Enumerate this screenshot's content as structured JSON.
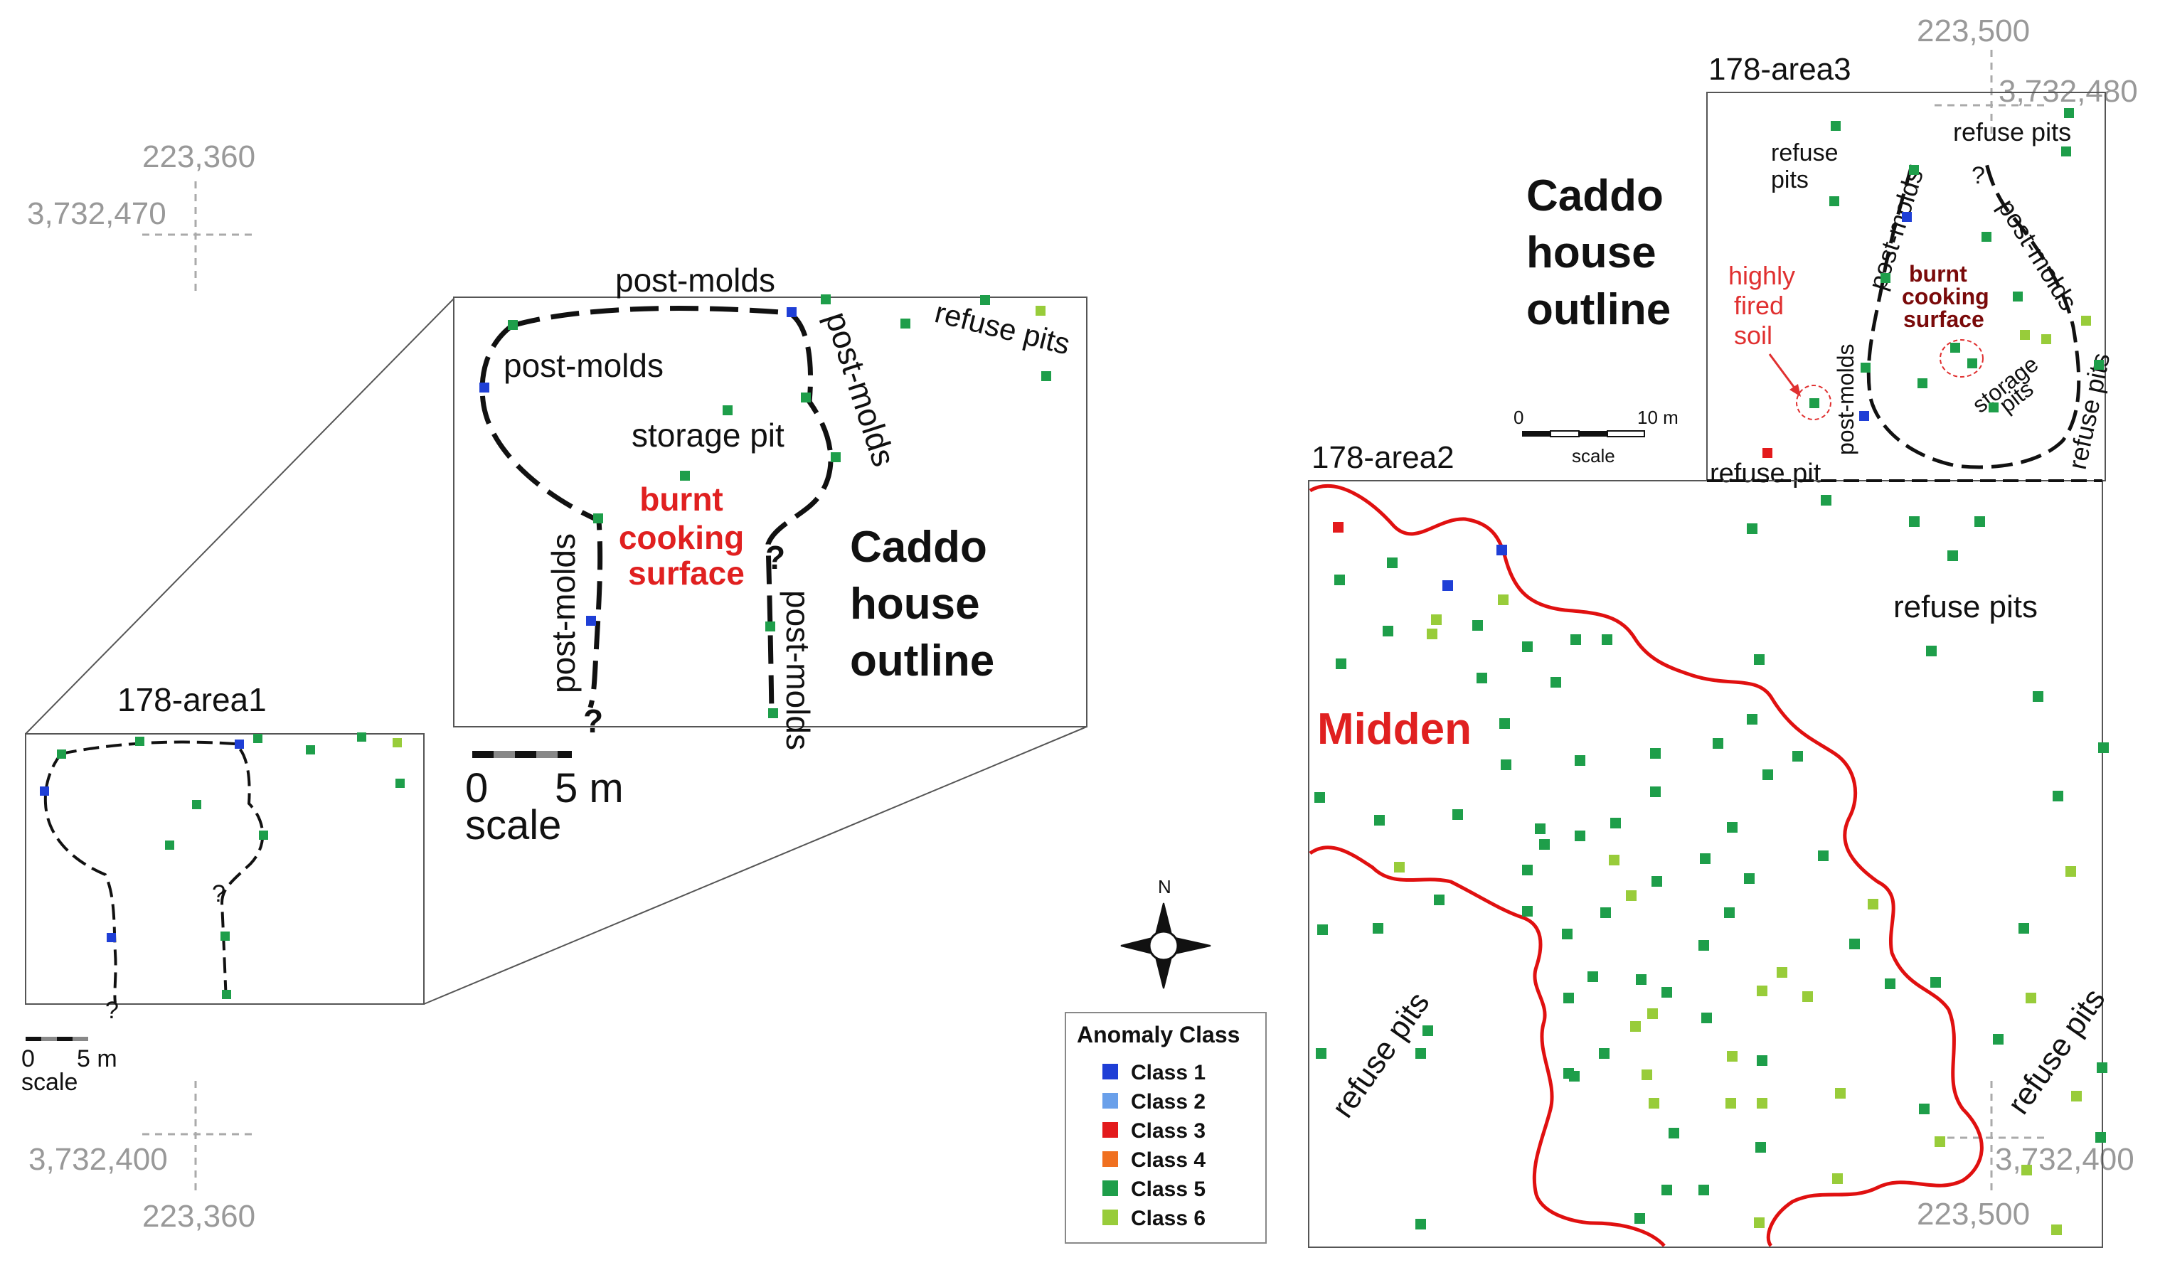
{
  "coords": {
    "tl_easting": "223,360",
    "tl_northing": "3,732,470",
    "bl_northing": "3,732,400",
    "bl_easting": "223,360",
    "tr_easting": "223,500",
    "tr_northing": "3,732,480",
    "br_northing": "3,732,400",
    "br_easting": "223,500"
  },
  "area1": {
    "title": "178-area1",
    "scale_zero": "0",
    "scale_value": "5 m",
    "scale_label": "scale",
    "q1": "?",
    "q2": "?"
  },
  "zoom": {
    "label_postmolds_top": "post-molds",
    "label_postmolds_left": "post-molds",
    "label_postmolds_right": "post-molds",
    "label_postmolds_lowleft": "post-molds",
    "label_postmolds_lowright": "post-molds",
    "label_refuse": "refuse pits",
    "label_storage": "storage pit",
    "burnt_line1": "burnt",
    "burnt_line2": "cooking",
    "burnt_line3": "surface",
    "caddo_line1": "Caddo",
    "caddo_line2": "house",
    "caddo_line3": "outline",
    "q1": "?",
    "q2": "?",
    "scale_zero": "0",
    "scale_value": "5 m",
    "scale_label": "scale"
  },
  "area3": {
    "title": "178-area3",
    "refuse_pits_left_1": "refuse",
    "refuse_pits_left_2": "pits",
    "refuse_pits_top": "refuse pits",
    "refuse_pits_right": "refuse pits",
    "refuse_pit_bottom": "refuse pit",
    "highly_1": "highly",
    "highly_2": "fired",
    "highly_3": "soil",
    "postmolds_upper": "post-molds",
    "postmolds_lower": "post-molds",
    "postmolds_right": "post-molds",
    "burnt_1": "burnt",
    "burnt_2": "cooking",
    "burnt_3": "surface",
    "storage_1": "storage",
    "storage_2": "pits",
    "q": "?",
    "caddo_line1": "Caddo",
    "caddo_line2": "house",
    "caddo_line3": "outline",
    "scale_zero": "0",
    "scale_value": "10 m",
    "scale_label": "scale"
  },
  "area2": {
    "title": "178-area2",
    "midden": "Midden",
    "refuse_pits_top": "refuse pits",
    "refuse_pits_left": "refuse pits",
    "refuse_pits_right": "refuse pits"
  },
  "north_label": "N",
  "legend": {
    "title": "Anomaly Class",
    "items": [
      {
        "label": "Class 1",
        "color": "#1f3fd6"
      },
      {
        "label": "Class 2",
        "color": "#6aa0ea"
      },
      {
        "label": "Class 3",
        "color": "#e31a1c"
      },
      {
        "label": "Class 4",
        "color": "#f07020"
      },
      {
        "label": "Class 5",
        "color": "#1e9e4a"
      },
      {
        "label": "Class 6",
        "color": "#98cc3a"
      }
    ]
  },
  "colors": {
    "midden_outline": "#e01010",
    "red_text": "#e02020",
    "dark_red_text": "#7a0a0a",
    "coord_grey": "#999999"
  }
}
